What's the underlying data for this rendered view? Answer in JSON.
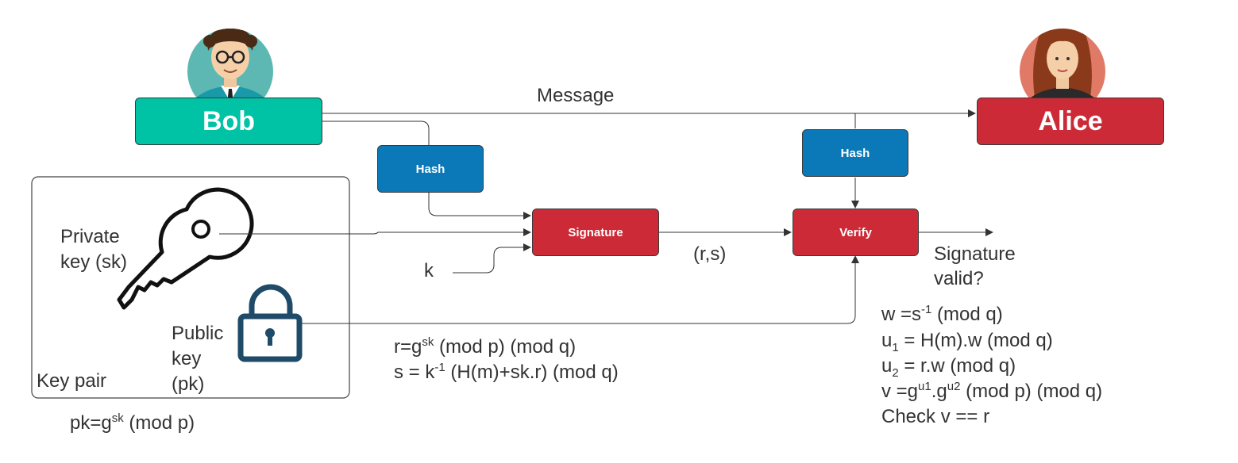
{
  "actors": {
    "bob": {
      "label": "Bob",
      "color": "#00c2a5"
    },
    "alice": {
      "label": "Alice",
      "color": "#cc2a36"
    }
  },
  "boxes": {
    "hash_left": {
      "label": "Hash",
      "color": "#0b78b8"
    },
    "hash_right": {
      "label": "Hash",
      "color": "#0b78b8"
    },
    "signature": {
      "label": "Signature",
      "color": "#cc2a36"
    },
    "verify": {
      "label": "Verify",
      "color": "#cc2a36"
    }
  },
  "labels": {
    "message": "Message",
    "private_key_1": "Private",
    "private_key_2": "key (sk)",
    "public_key_1": "Public",
    "public_key_2": "key",
    "public_key_3": "(pk)",
    "key_pair": "Key pair",
    "k": "k",
    "rs": "(r,s)",
    "sig_valid_1": "Signature",
    "sig_valid_2": "valid?"
  },
  "formulas": {
    "pk": {
      "a": "pk=g",
      "sup": "sk",
      "b": " (mod p)"
    },
    "r": {
      "a": "r=g",
      "sup": "sk",
      "b": " (mod p) (mod q)"
    },
    "s": {
      "a": "s = k",
      "sup": "-1",
      "b": " (H(m)+sk.r) (mod q)"
    },
    "w": {
      "a": "w =s",
      "sup": "-1",
      "b": " (mod q)"
    },
    "u1": {
      "a": "u",
      "sub": "1",
      "b": " = H(m).w (mod q)"
    },
    "u2": {
      "a": "u",
      "sub": "2",
      "b": " = r.w (mod q)"
    },
    "v": {
      "a": "v =g",
      "sup1": "u1",
      "mid": ".g",
      "sup2": "u2",
      "b": " (mod p) (mod q)"
    },
    "check": "Check v == r"
  }
}
